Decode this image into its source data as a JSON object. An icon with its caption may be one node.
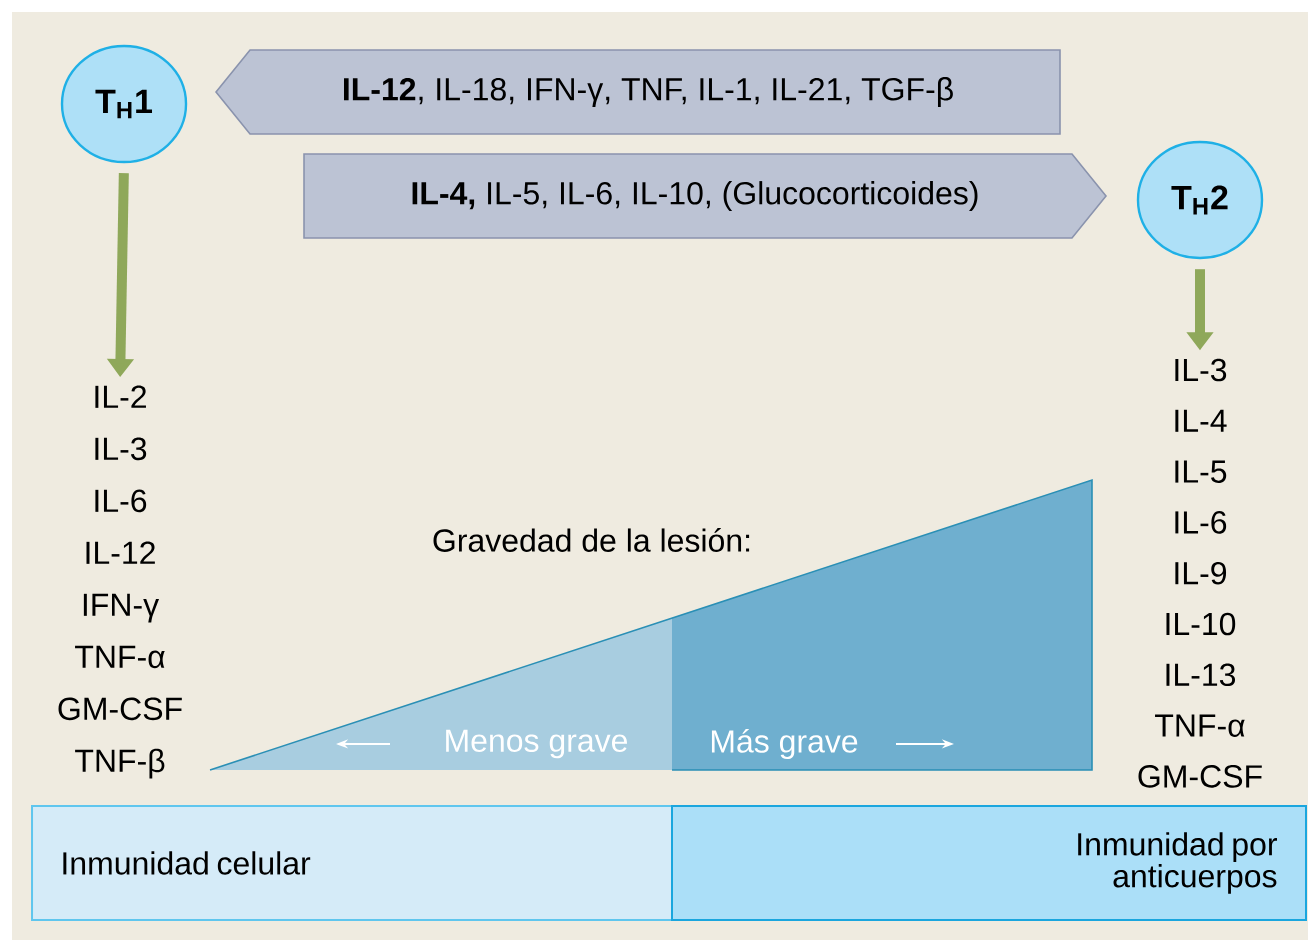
{
  "diagram": {
    "nodes": [
      {
        "text": [
          "T$_{H}$1"
        ]
      },
      {
        "text": [
          "T$_{H}$2"
        ]
      },
      {
        "text": [
          "**IL-12**, IL-18, IFN-γ, TNF, IL-1, IL-21, TGF-β"
        ]
      },
      {
        "text": [
          "**IL-4,** IL-5, IL-6, IL-10, (Glucocorticoides)"
        ]
      },
      {
        "text": [
          "IL-2",
          "IL-3",
          "IL-6",
          "IL-12",
          "IFN-γ",
          "TNF-α",
          "GM-CSF",
          "TNF-β"
        ]
      },
      {
        "text": [
          "IL-3",
          "IL-4",
          "IL-5",
          "IL-6",
          "IL-9",
          "IL-10",
          "IL-13",
          "TNF-α",
          "GM-CSF"
        ]
      },
      {
        "text": [
          "Inmunidad celular"
        ]
      },
      {
        "text": [
          "Inmunidad por anticuerpos"
        ]
      }
    ],
    "edges": [
      {
        "from": 0,
        "to": 4,
        "arrow": "to"
      },
      {
        "from": 1,
        "to": 5,
        "arrow": "to"
      }
    ],
    "labels": [
      "Gravedad de la lesión:",
      "Menos grave",
      "Más grave"
    ]
  }
}
